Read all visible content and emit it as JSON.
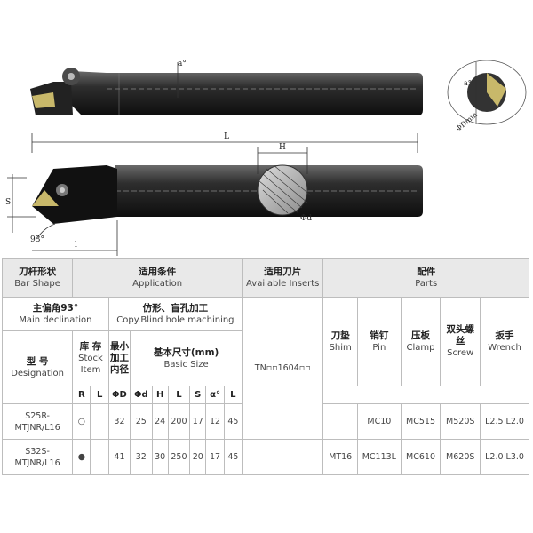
{
  "drawing": {
    "dim_L": "L",
    "dim_H": "H",
    "dim_S": "S",
    "dim_l": "l",
    "dim_d": "Φd",
    "angle_top": "a°",
    "angle_side": "a°",
    "angle_93": "93°",
    "dmin": "ΦDmin"
  },
  "table": {
    "headers": {
      "bar_shape": {
        "zh": "刀杆形状",
        "en": "Bar Shape"
      },
      "application": {
        "zh": "适用条件",
        "en": "Application"
      },
      "inserts": {
        "zh": "适用刀片",
        "en": "Available Inserts"
      },
      "parts": {
        "zh": "配件",
        "en": "Parts"
      },
      "main_decl": {
        "zh": "主偏角93°",
        "en": "Main declination"
      },
      "copy_blind": {
        "zh": "仿形、盲孔加工",
        "en": "Copy.Blind hole machining"
      },
      "designation": {
        "zh": "型 号",
        "en": "Designation"
      },
      "stock": {
        "zh": "库 存",
        "en1": "Stock",
        "en2": "Item"
      },
      "min_bore": {
        "l1": "最小",
        "l2": "加工",
        "l3": "内径"
      },
      "basic_size": {
        "zh": "基本尺寸(mm)",
        "en": "Basic Size"
      },
      "shim": {
        "zh": "刀垫",
        "en": "Shim"
      },
      "pin": {
        "zh": "销钉",
        "en": "Pin"
      },
      "clamp": {
        "zh": "压板",
        "en": "Clamp"
      },
      "screw": {
        "zh1": "双头螺",
        "zh2": "丝",
        "en": "Screw"
      },
      "wrench": {
        "zh": "扳手",
        "en": "Wrench"
      },
      "sub": [
        "R",
        "L",
        "ΦD",
        "Φd",
        "H",
        "L",
        "S",
        "α°",
        "L"
      ]
    },
    "rows": [
      {
        "designation1": "S25R-",
        "designation2": "MTJNR/L16",
        "r": "○",
        "l": "",
        "D": "32",
        "d": "25",
        "H": "24",
        "L": "200",
        "S": "17",
        "a": "12",
        "l2": "45",
        "shim": "",
        "pin": "MC10",
        "clamp": "MC515",
        "screw": "M520S",
        "wrench": "L2.5 L2.0"
      },
      {
        "designation1": "S32S-",
        "designation2": "MTJNR/L16",
        "r": "●",
        "l": "",
        "D": "41",
        "d": "32",
        "H": "30",
        "L": "250",
        "S": "20",
        "a": "17",
        "l2": "45",
        "shim": "MT16",
        "pin": "MC113L",
        "clamp": "MC610",
        "screw": "M620S",
        "wrench": "L2.0 L3.0"
      }
    ],
    "insert_code": "TN▫▫1604▫▫"
  }
}
